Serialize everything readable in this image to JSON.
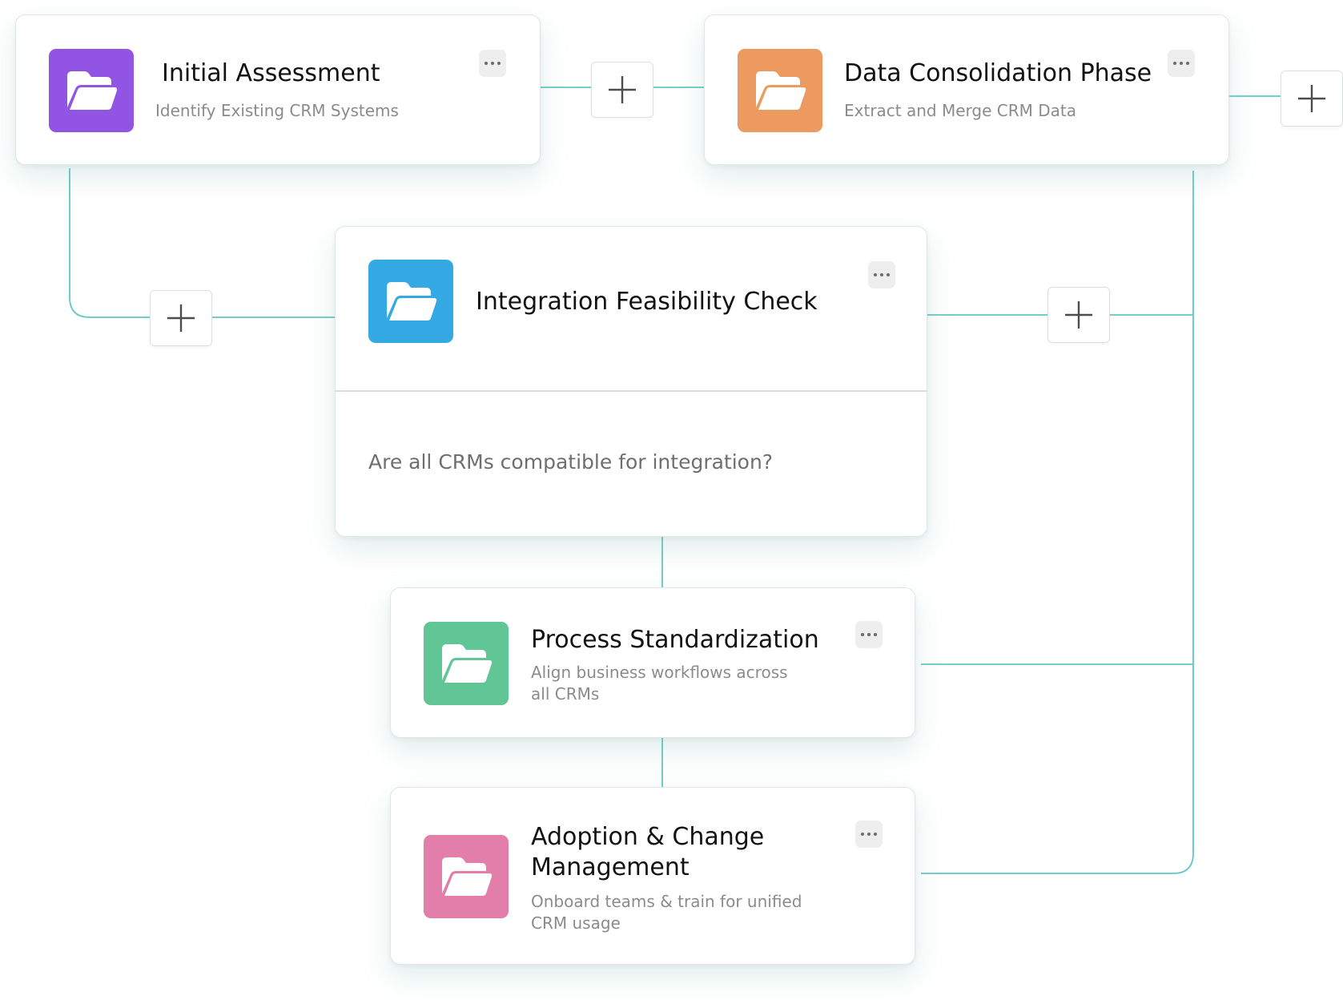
{
  "colors": {
    "connector": "#5fc8c6",
    "initial_assessment": "#9154e3",
    "data_consolidation": "#ec9a60",
    "integration_check": "#34a9e4",
    "process_standardization": "#60c695",
    "adoption_change": "#e37daa"
  },
  "icons": {
    "node": "folder-icon",
    "menu": "more-options-icon",
    "add": "plus-icon"
  },
  "nodes": {
    "initial_assessment": {
      "title": "Initial Assessment",
      "subtitle": "Identify Existing CRM Systems"
    },
    "data_consolidation": {
      "title": "Data Consolidation Phase",
      "subtitle": "Extract and Merge CRM Data"
    },
    "integration_check": {
      "title": "Integration Feasibility Check",
      "question": "Are all CRMs compatible for integration?"
    },
    "process_standardization": {
      "title": "Process Standardization",
      "subtitle": "Align business workflows across all CRMs"
    },
    "adoption_change": {
      "title": "Adoption & Change Management",
      "subtitle": "Onboard teams & train for unified CRM usage"
    }
  }
}
